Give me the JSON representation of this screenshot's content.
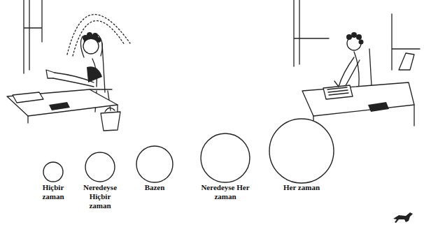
{
  "diagram": {
    "nodes": [
      {
        "text": [
          "Hiçbir zaman"
        ]
      },
      {
        "text": [
          "Neredeyse Hiçbir zaman"
        ]
      },
      {
        "text": [
          "Bazen"
        ]
      },
      {
        "text": [
          "Neredeyse Her zaman"
        ]
      },
      {
        "text": [
          "Her zaman"
        ]
      }
    ]
  }
}
